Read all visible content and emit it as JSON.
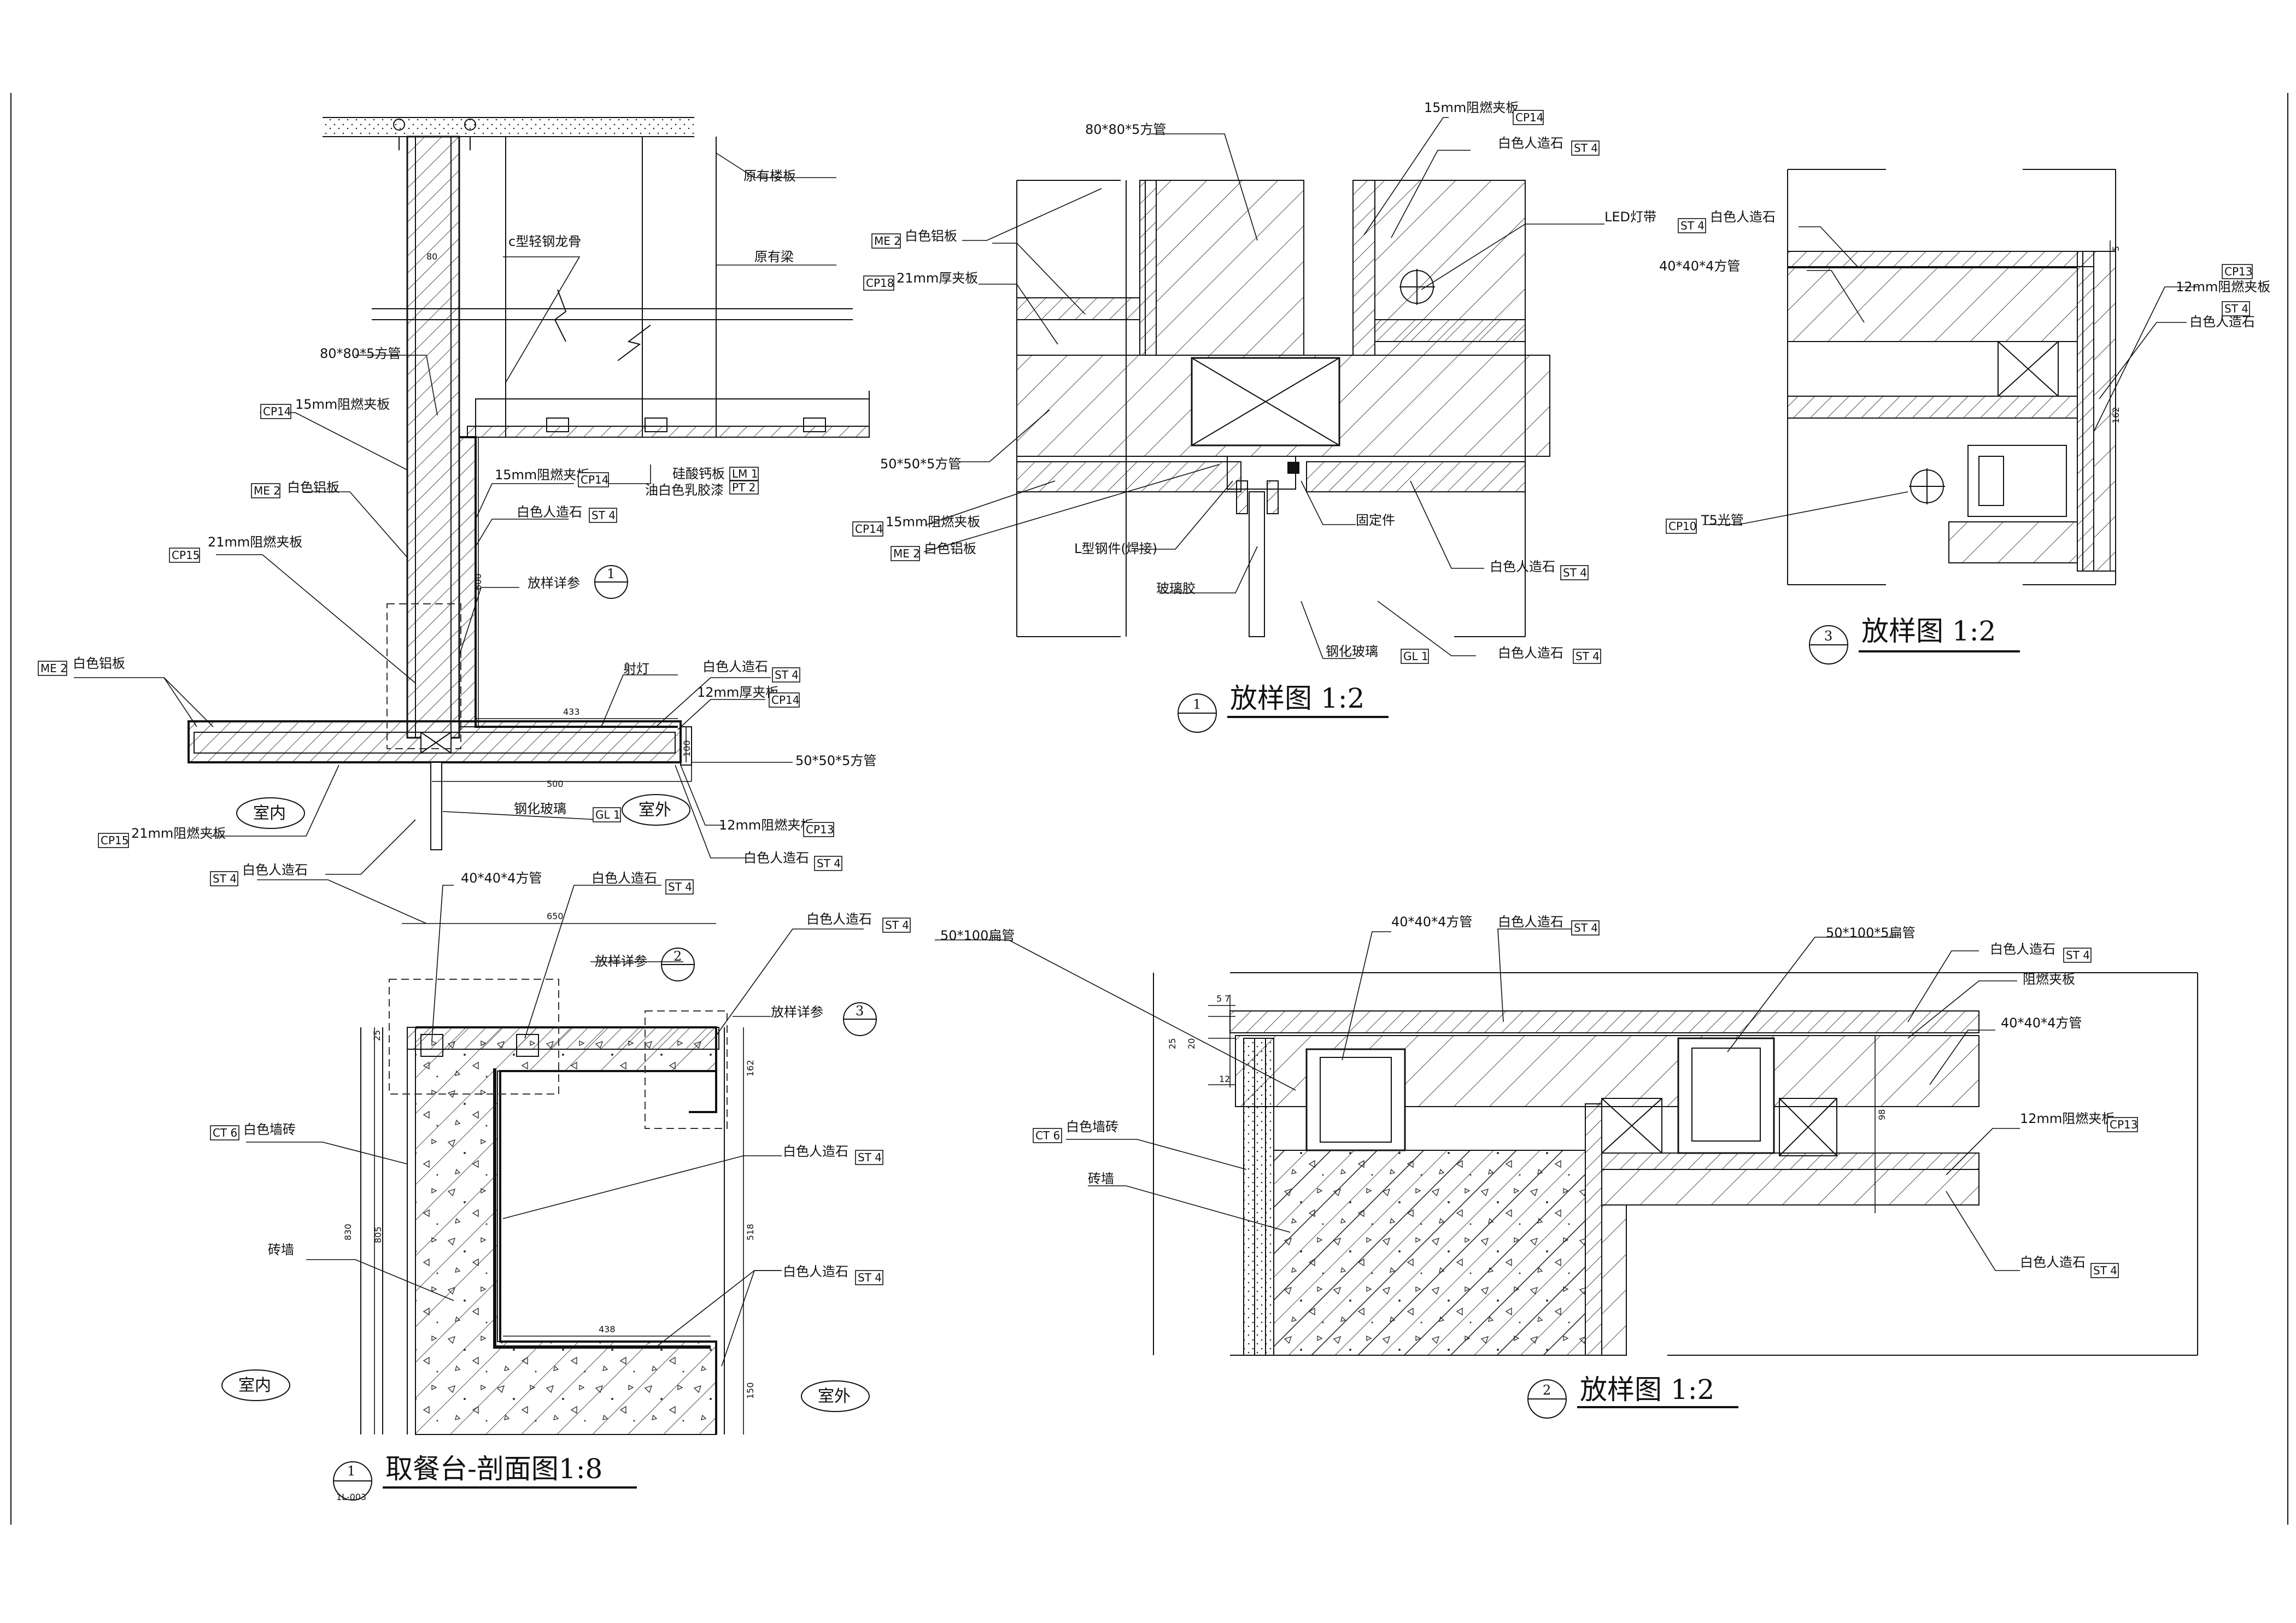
{
  "main_section": {
    "title": "取餐台-剖面图1:8",
    "index_number": "1",
    "index_sheet": "1L-003",
    "labels": {
      "orig_slab": "原有楼板",
      "c_keel": "c型轻钢龙骨",
      "orig_beam": "原有梁",
      "sq_tube_80": "80*80*5方管",
      "fr_board_15": "15mm阻燃夹板",
      "alu_board": "白色铝板",
      "fr_board_21": "21mm阻燃夹板",
      "fr_board_15_b": "15mm阻燃夹板",
      "artificial_stone": "白色人造石",
      "calcium_board": "硅酸钙板",
      "latex_paint": "油白色乳胶漆",
      "detail_ref": "放样详参",
      "alu_board_left": "白色铝板",
      "spot_light": "射灯",
      "stone_b": "白色人造石",
      "fr_board_12": "12mm厚夹板",
      "sq_tube_50": "50*50*5方管",
      "indoor": "室内",
      "outdoor": "室外",
      "tempered_glass": "钢化玻璃",
      "fr_board_12_b": "12mm阻燃夹板",
      "stone_c": "白色人造石",
      "fr_board_21_b": "21mm阻燃夹板"
    },
    "tags": {
      "cp14": "CP14",
      "me2": "ME 2",
      "cp15": "CP15",
      "st4": "ST 4",
      "lm1": "LM 1",
      "pt2": "PT 2",
      "gl1": "GL 1",
      "cp13": "CP13"
    },
    "dims": {
      "d80": "80",
      "d600": "600",
      "d433": "433",
      "d100": "100",
      "d500": "500"
    }
  },
  "counter_section": {
    "labels": {
      "stone_top": "白色人造石",
      "sq_tube_40": "40*40*4方管",
      "stone_mid": "白色人造石",
      "stone_right": "白色人造石",
      "detail_ref_2": "放样详参",
      "detail_ref_3": "放样详参",
      "wall_tile": "白色墙砖",
      "stone_inner": "白色人造石",
      "brick_wall": "砖墙",
      "stone_bottom": "白色人造石",
      "indoor": "室内",
      "outdoor": "室外"
    },
    "tags": {
      "st4": "ST 4",
      "ct6": "CT 6"
    },
    "bubbles": {
      "b2": "2",
      "b3": "3"
    },
    "dims": {
      "d650": "650",
      "d25": "25",
      "d162": "162",
      "d830": "830",
      "d805": "805",
      "d518": "518",
      "d438": "438",
      "d150": "150"
    }
  },
  "detail_1": {
    "title": "放样图 1:2",
    "number": "1",
    "labels": {
      "sq_tube_80": "80*80*5方管",
      "fr_board_15": "15mm阻燃夹板",
      "stone_a": "白色人造石",
      "alu_board": "白色铝板",
      "fr_board_21": "21mm厚夹板",
      "led_strip": "LED灯带",
      "sq_tube_50": "50*50*5方管",
      "fr_board_15_b": "15mm阻燃夹板",
      "alu_board_b": "白色铝板",
      "l_steel": "L型钢件(焊接)",
      "glass_glue": "玻璃胶",
      "fixer": "固定件",
      "stone_b": "白色人造石",
      "tempered_glass": "钢化玻璃",
      "stone_c": "白色人造石"
    },
    "tags": {
      "cp14": "CP14",
      "st4": "ST 4",
      "me2": "ME 2",
      "cp18": "CP18",
      "gl1": "GL 1"
    }
  },
  "detail_3": {
    "title": "放样图 1:2",
    "number": "3",
    "labels": {
      "stone_a": "白色人造石",
      "sq_tube_40": "40*40*4方管",
      "fr_board_12": "12mm阻燃夹板",
      "stone_b": "白色人造石",
      "t5_tube": "T5光管"
    },
    "tags": {
      "st4": "ST 4",
      "cp13": "CP13",
      "cp10": "CP10"
    },
    "dims": {
      "d5": "5",
      "d162": "162"
    }
  },
  "detail_2": {
    "title": "放样图 1:2",
    "number": "2",
    "labels": {
      "flat_tube_50_100": "50*100扁管",
      "sq_tube_40": "40*40*4方管",
      "stone_a": "白色人造石",
      "flat_tube_50_100_5": "50*100*5扁管",
      "stone_b": "白色人造石",
      "fr_board": "阻燃夹板",
      "sq_tube_40_b": "40*40*4方管",
      "wall_tile": "白色墙砖",
      "brick_wall": "砖墙",
      "fr_board_12": "12mm阻燃夹板",
      "stone_c": "白色人造石"
    },
    "tags": {
      "st4": "ST 4",
      "ct6": "CT 6",
      "cp13": "CP13"
    },
    "dims": {
      "d5": "5",
      "d7": "7",
      "d25": "25",
      "d20": "20",
      "d12": "12",
      "d98": "98"
    }
  },
  "colors": {
    "line": "#111111",
    "paper": "#ffffff"
  }
}
